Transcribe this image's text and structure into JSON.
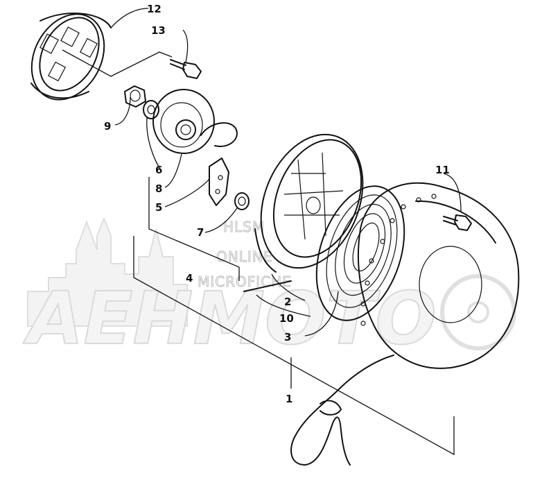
{
  "diagram": {
    "watermark": {
      "line1": "HLSM",
      "line2": "ONLINE",
      "line3": "MICROFICHE",
      "logo": "АЕНМОТО"
    },
    "callouts": {
      "c12": "12",
      "c13": "13",
      "c9": "9",
      "c6": "6",
      "c8": "8",
      "c5": "5",
      "c7": "7",
      "c4": "4",
      "c11": "11",
      "c2": "2",
      "c10": "10",
      "c3": "3",
      "c1": "1"
    }
  }
}
